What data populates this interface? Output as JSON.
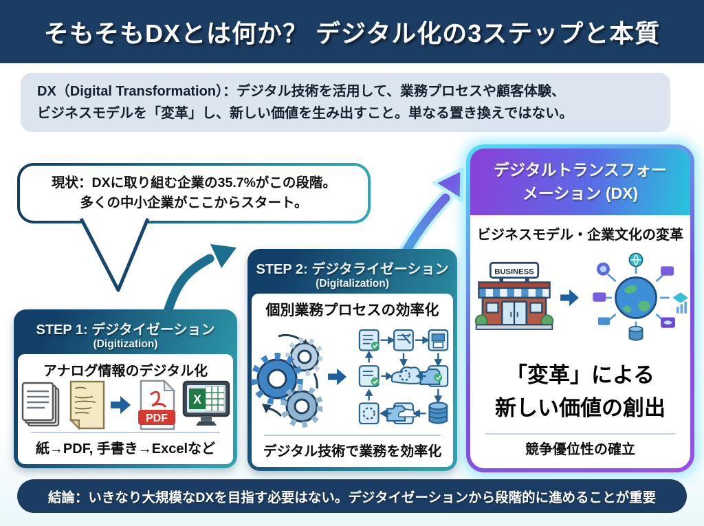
{
  "header": {
    "title": "そもそもDXとは何か？ デジタル化の3ステップと本質"
  },
  "definition": {
    "line1": "DX（Digital Transformation）：デジタル技術を活用して、業務プロセスや顧客体験、",
    "line2": "ビジネスモデルを「変革」し、新しい価値を生み出すこと。単なる置き換えではない。"
  },
  "speech_bubble": {
    "line1": "現状：DXに取り組む企業の35.7%がこの段階。",
    "line2": "多くの中小企業がここからスタート。"
  },
  "steps": [
    {
      "header_line1": "STEP 1: デジタイゼーション",
      "header_line2": "(Digitization)",
      "title": "アナログ情報のデジタル化",
      "caption": "紙→PDF, 手書き→Excelなど",
      "pdf_label": "PDF",
      "excel_label": "X"
    },
    {
      "header_line1": "STEP 2: デジタライゼーション",
      "header_line2": "(Digitalization)",
      "title": "個別業務プロセスの効率化",
      "caption": "デジタル技術で業務を効率化"
    },
    {
      "header_line1": "デジタルトランスフォー",
      "header_line2": "メーション (DX)",
      "title": "ビジネスモデル・企業文化の変革",
      "highlight_line1": "「変革」による",
      "highlight_line2": "新しい価値の創出",
      "caption": "競争優位性の確立",
      "business_sign": "BUSINESS"
    }
  ],
  "conclusion": {
    "text": "結論：いきなり大規模なDXを目指す必要はない。デジタイゼーションから段階的に進めることが重要"
  },
  "colors": {
    "navy": "#1c3d63",
    "teal": "#2f9fae",
    "definition_bg": "#dbe4ef",
    "dx_purple": "#8b40d8",
    "dx_cyan": "#27c5db",
    "arrow_blue": "#1d5f9f",
    "teal_arrow": "#1c6f8e",
    "pdf_red": "#d43a2f",
    "excel_green": "#1f7a44"
  }
}
